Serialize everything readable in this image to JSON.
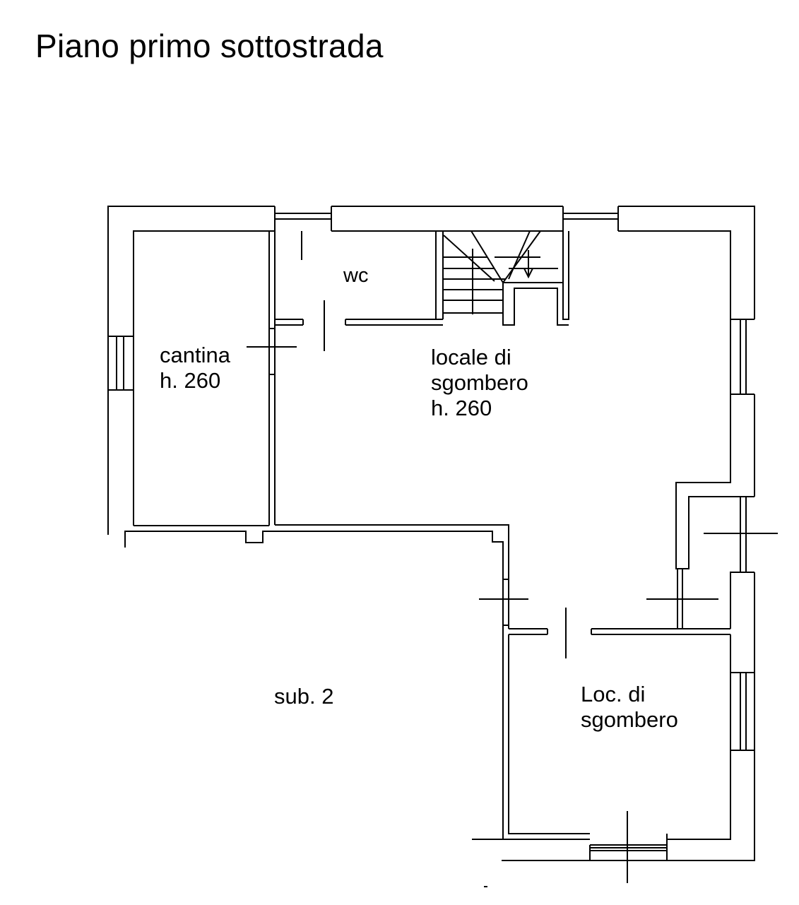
{
  "title": "Piano primo sottostrada",
  "rooms": {
    "wc": {
      "name": "wc"
    },
    "cantina": {
      "name": "cantina",
      "height": "h. 260"
    },
    "locale": {
      "name_line1": "locale di",
      "name_line2": "sgombero",
      "height": "h. 260"
    },
    "sub2": {
      "name": "sub. 2"
    },
    "loc2": {
      "name_line1": "Loc. di",
      "name_line2": "sgombero"
    }
  }
}
